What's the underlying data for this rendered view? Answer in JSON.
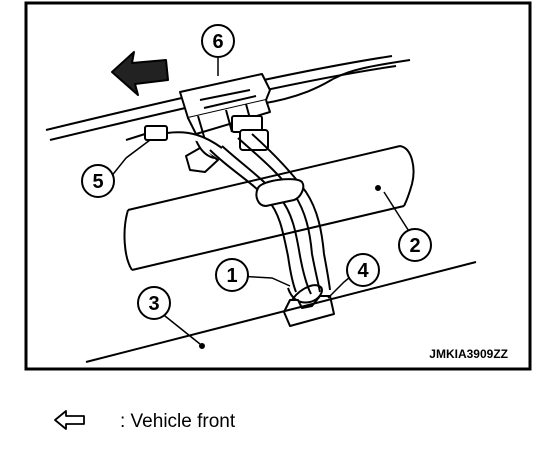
{
  "callouts": {
    "c1": "1",
    "c2": "2",
    "c3": "3",
    "c4": "4",
    "c5": "5",
    "c6": "6"
  },
  "figure_code": "JMKIA3909ZZ",
  "legend": {
    "icon": "outline-arrow-left-icon",
    "text": ": Vehicle front"
  },
  "colors": {
    "line": "#000000",
    "background": "#ffffff"
  }
}
